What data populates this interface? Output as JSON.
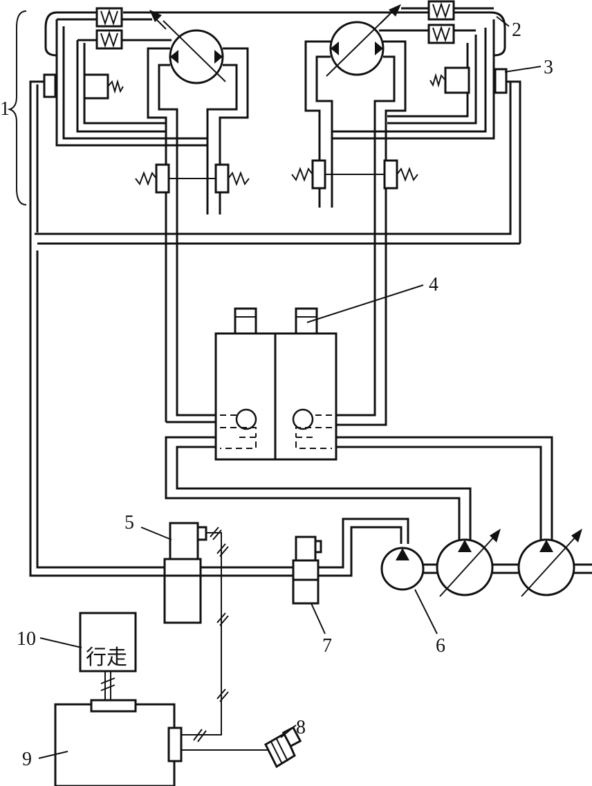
{
  "labels": {
    "l1": "1",
    "l2": "2",
    "l3": "3",
    "l4": "4",
    "l5": "5",
    "l6": "6",
    "l7": "7",
    "l8": "8",
    "l9": "9",
    "l10": "10"
  },
  "box10_text": "行走"
}
